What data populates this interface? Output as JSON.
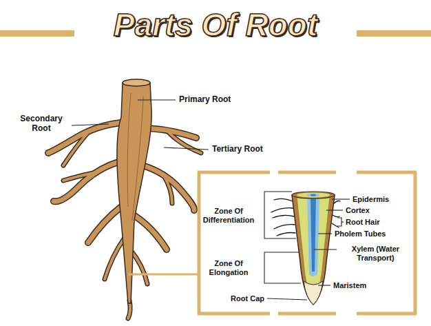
{
  "diagram": {
    "title": "Parts Of Root",
    "labels": [
      "Primary Root",
      "Secondary Root",
      "Tertiary Root",
      "Zone Of Differentiation",
      "Epidermis",
      "Cortex",
      "Root Hair",
      "Pholem Tubes",
      "Xylem (Water Transport)",
      "Zone Of Elongation",
      "Maristem",
      "Root Cap"
    ]
  }
}
